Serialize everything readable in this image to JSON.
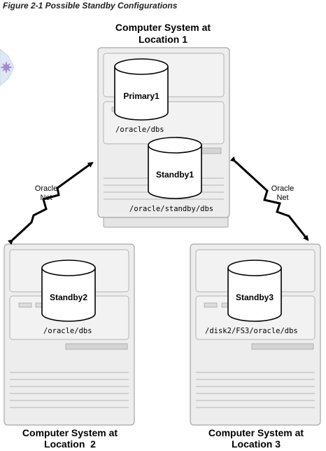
{
  "figure_caption": "Figure 2-1 Possible Standby Configurations",
  "systems": {
    "location1": {
      "title_line1": "Computer System at",
      "title_line2": "Location 1",
      "primary_db": "Primary1",
      "primary_path": "/oracle/dbs",
      "standby_db": "Standby1",
      "standby_path": "/oracle/standby/dbs"
    },
    "location2": {
      "title_line1": "Computer System at",
      "title_line2": "Location  2",
      "standby_db": "Standby2",
      "standby_path": "/oracle/dbs"
    },
    "location3": {
      "title_line1": "Computer System at",
      "title_line2": "Location 3",
      "standby_db": "Standby3",
      "standby_path": "/disk2/FS3/oracle/dbs"
    }
  },
  "links": {
    "left": {
      "line1": "Oracle",
      "line2": "Net"
    },
    "right": {
      "line1": "Oracle",
      "line2": "Net"
    }
  },
  "colors": {
    "cabinet_fill": "#ededed",
    "cabinet_stroke": "#a6a6a6",
    "panel_fill": "#f2f2f2",
    "slot_fill": "#d4d4d4",
    "side_tab": "#dfe8f3",
    "side_tab_icon": "#a48ad0"
  }
}
